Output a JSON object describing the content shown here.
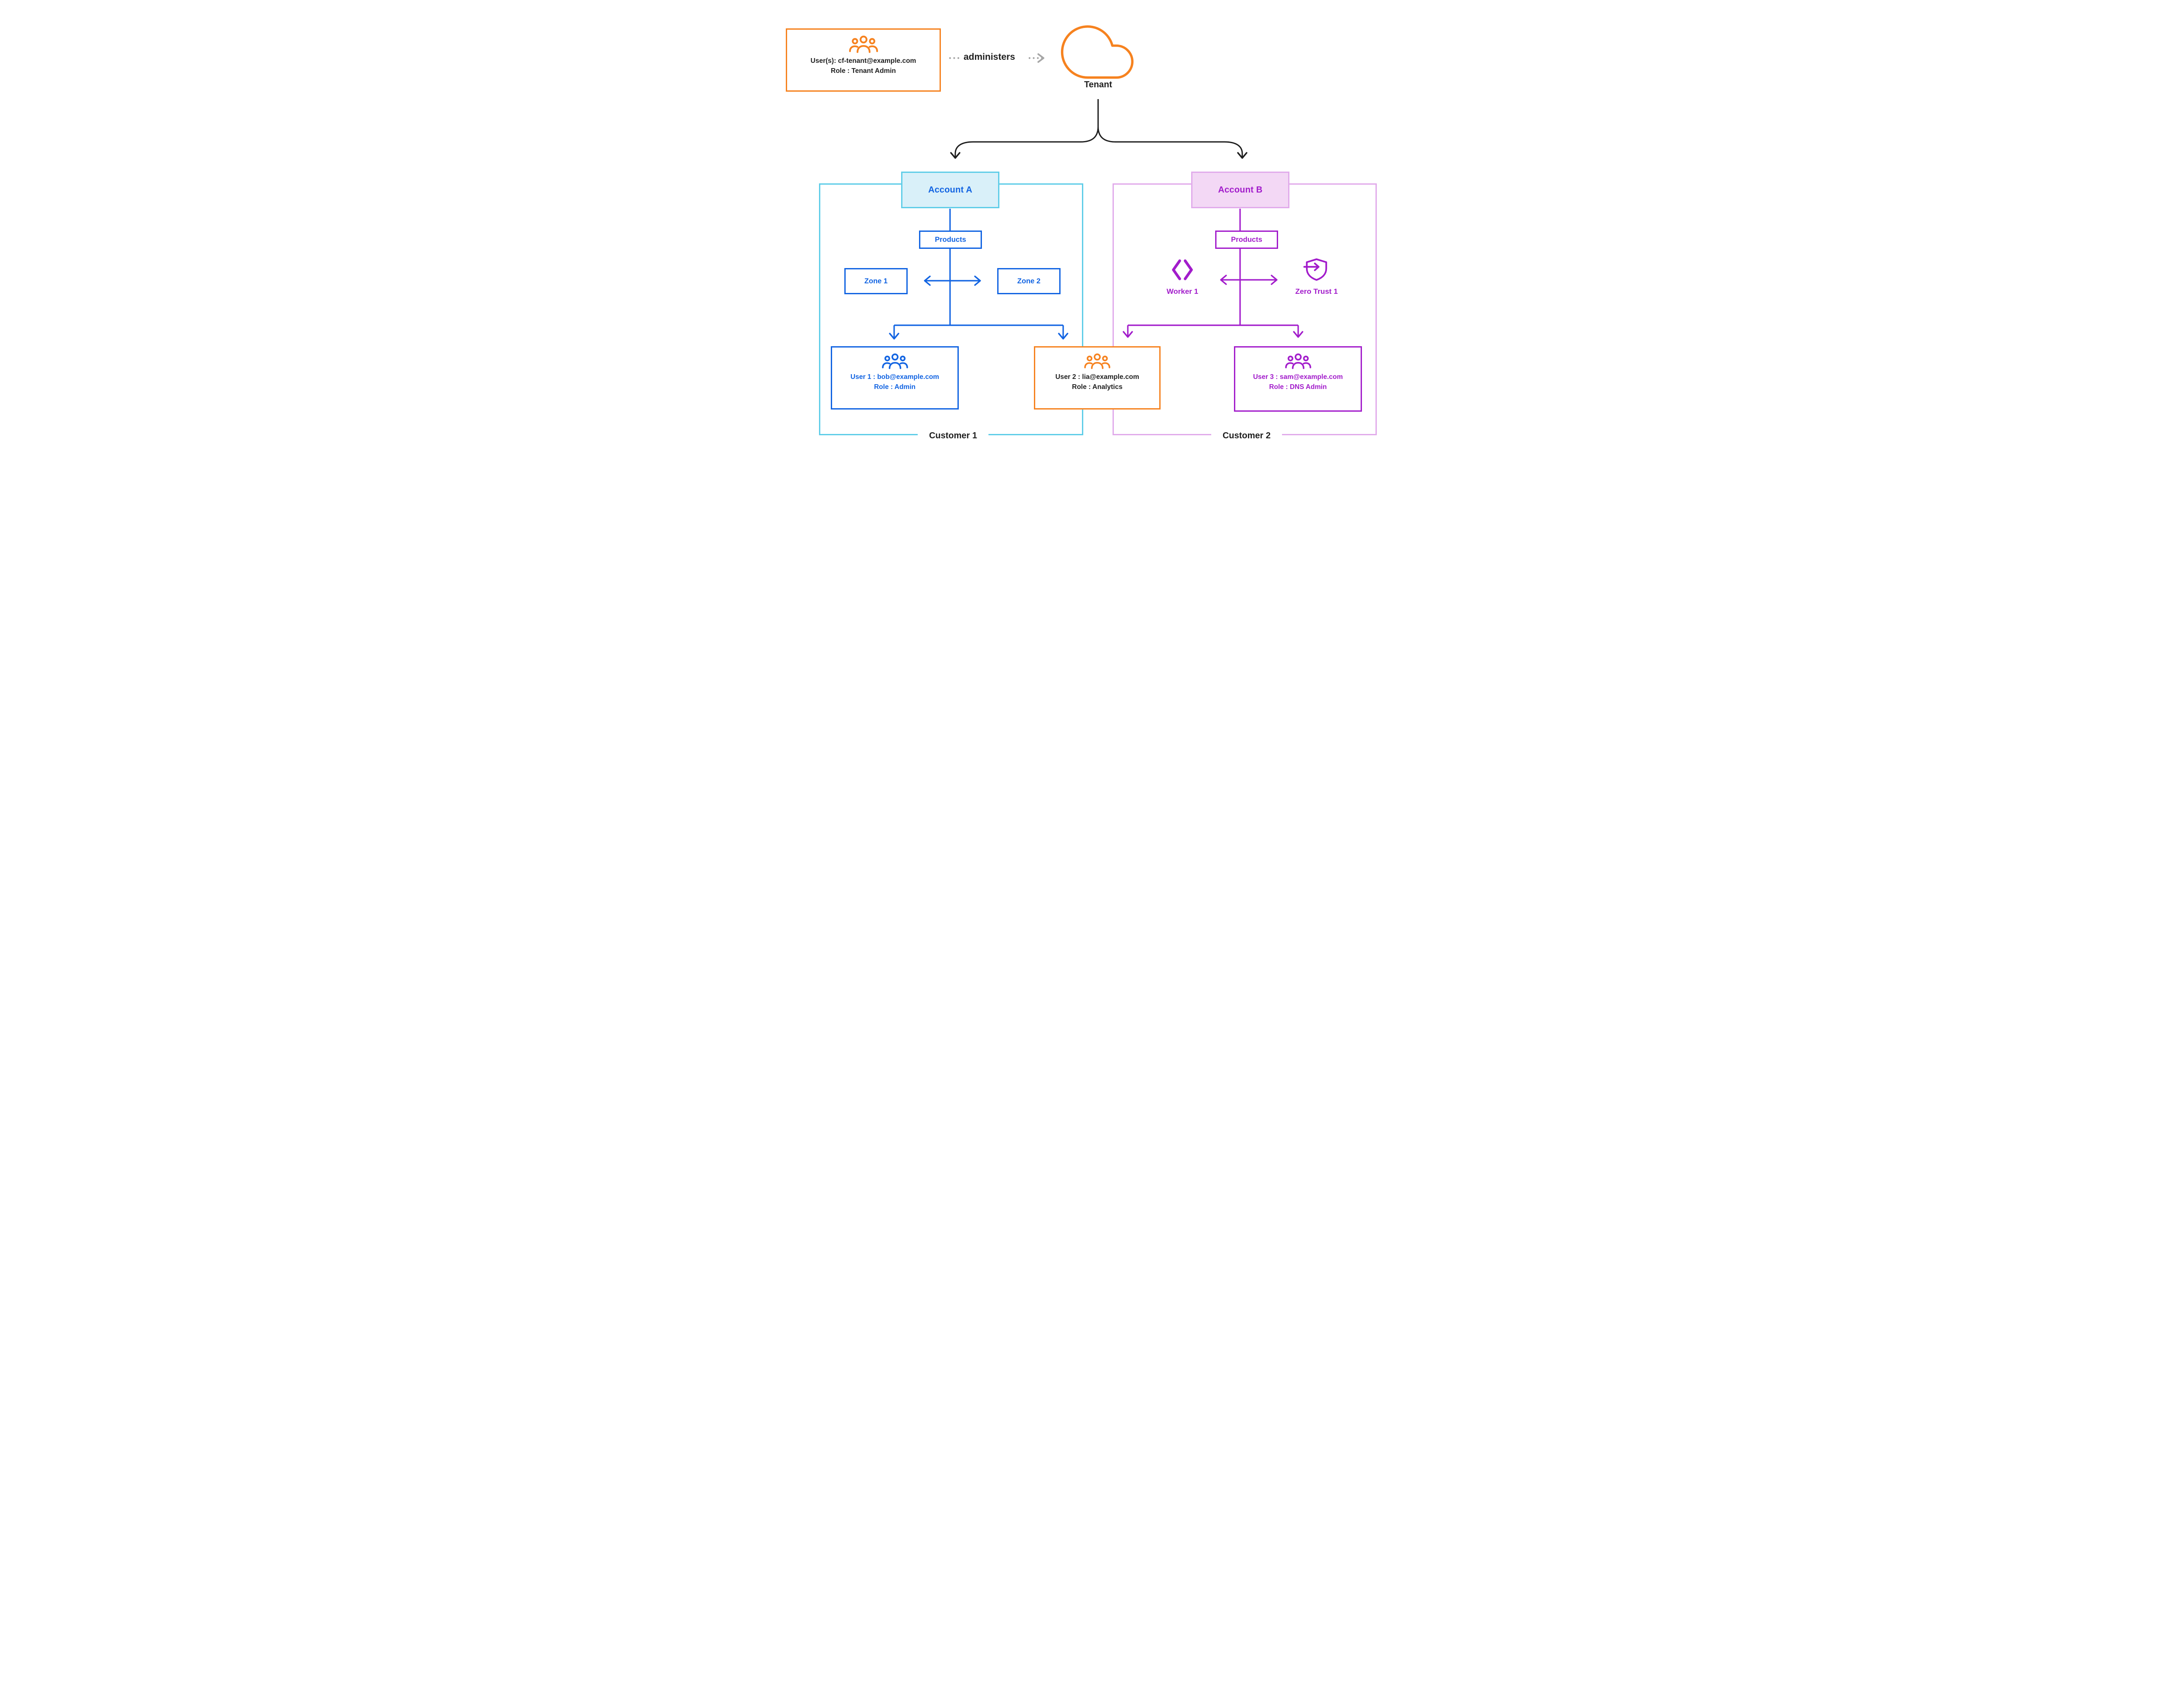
{
  "colors": {
    "orange": "#F6821F",
    "blue": "#1264E2",
    "cyan": "#5FCDE8",
    "account_a_fill": "#D9F0F9",
    "purple": "#A21CCB",
    "light_purple": "#E1ABEB",
    "account_b_fill": "#F3D8F5",
    "dark": "#1E1E1E",
    "gray_arrow": "#A6A6A6"
  },
  "tenant_admin": {
    "line1": "User(s): cf-tenant@example.com",
    "line2": "Role : Tenant Admin"
  },
  "labels": {
    "administers": "administers",
    "tenant": "Tenant"
  },
  "customer1": {
    "name": "Customer 1",
    "account": "Account A",
    "products": "Products",
    "zone1": "Zone 1",
    "zone2": "Zone 2",
    "user1": {
      "line1": "User 1 : bob@example.com",
      "line2": "Role : Admin"
    },
    "user2": {
      "line1": "User 2 : lia@example.com",
      "line2": "Role : Analytics"
    }
  },
  "customer2": {
    "name": "Customer 2",
    "account": "Account B",
    "products": "Products",
    "worker": "Worker 1",
    "zero_trust": "Zero Trust 1",
    "user3": {
      "line1": "User 3 : sam@example.com",
      "line2": "Role : DNS Admin"
    }
  },
  "edges": [
    {
      "from": "tenant-admin-users",
      "to": "tenant",
      "label": "administers"
    },
    {
      "from": "tenant",
      "to": "account-a"
    },
    {
      "from": "tenant",
      "to": "account-b"
    },
    {
      "from": "account-a",
      "to": "products-a"
    },
    {
      "from": "products-a",
      "to": "zone-1",
      "bidirectional": true
    },
    {
      "from": "products-a",
      "to": "zone-2",
      "bidirectional": true
    },
    {
      "from": "account-a",
      "to": "user-1"
    },
    {
      "from": "account-a",
      "to": "user-2"
    },
    {
      "from": "account-b",
      "to": "products-b"
    },
    {
      "from": "products-b",
      "to": "worker-1",
      "bidirectional": true
    },
    {
      "from": "products-b",
      "to": "zero-trust-1",
      "bidirectional": true
    },
    {
      "from": "account-b",
      "to": "user-2"
    },
    {
      "from": "account-b",
      "to": "user-3"
    }
  ]
}
